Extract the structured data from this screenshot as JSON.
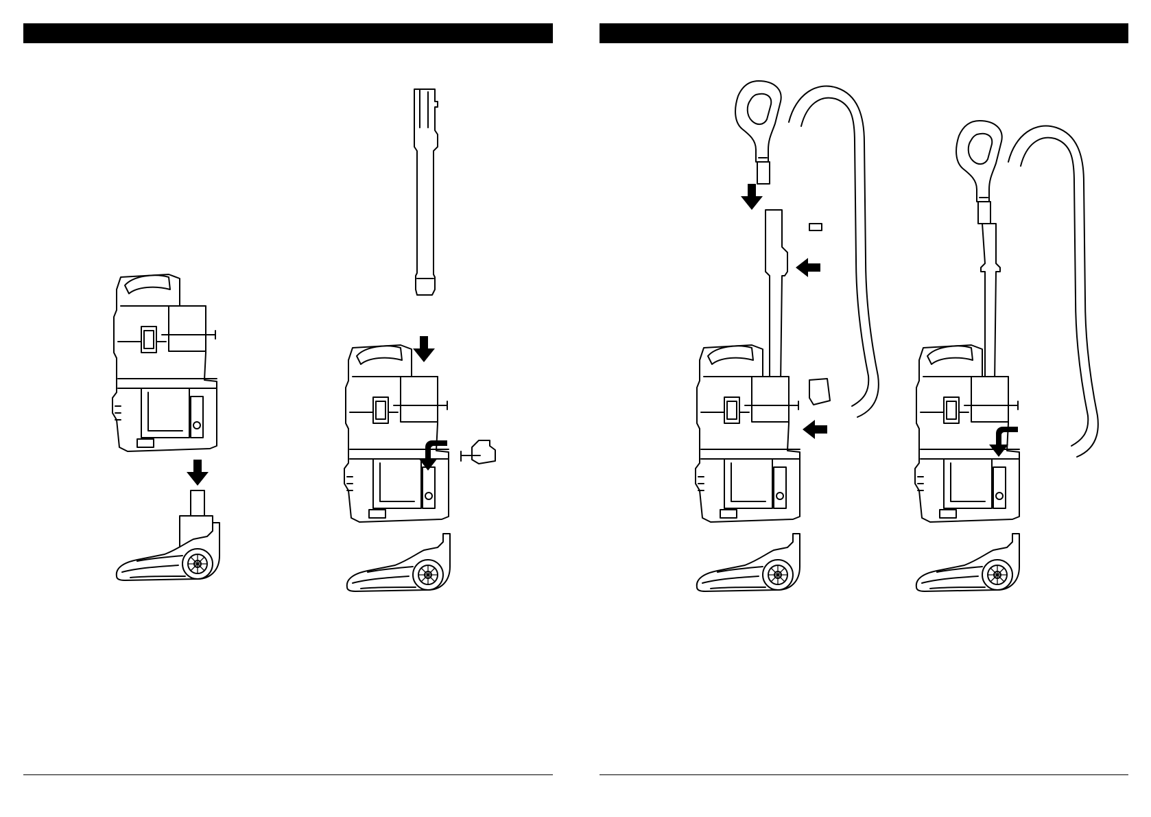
{
  "page": {
    "left_header_bar": "",
    "right_header_bar": "",
    "left_footer_rule": "",
    "right_footer_rule": ""
  },
  "figures": [
    {
      "icon": "vacuum-pod-attach-to-floor-nozzle-illustration"
    },
    {
      "icon": "vacuum-wand-and-attachment-illustration"
    },
    {
      "icon": "vacuum-handle-and-hose-assembly-illustration"
    },
    {
      "icon": "vacuum-fully-assembled-illustration"
    }
  ],
  "colors": {
    "ink": "#000000",
    "paper": "#ffffff"
  }
}
